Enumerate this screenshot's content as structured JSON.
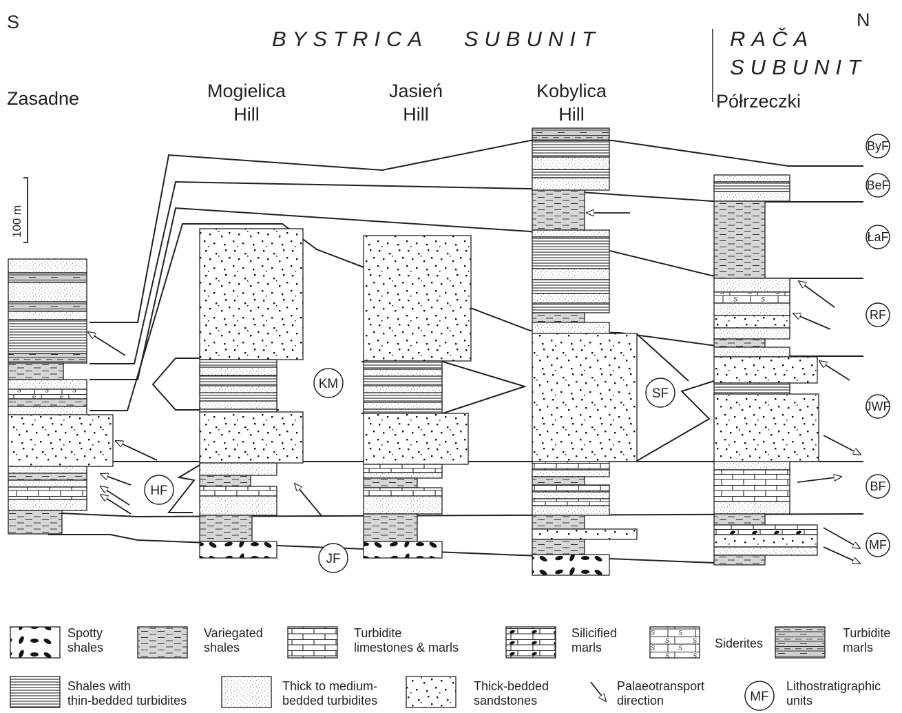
{
  "compass": {
    "south": "S",
    "north": "N"
  },
  "titles": {
    "bystrica": "BYSTRICA   SUBUNIT",
    "raca_line1": "RAČA",
    "raca_line2": "SUBUNIT"
  },
  "sections": {
    "zasadne": [
      "Zasadne"
    ],
    "mogielica": [
      "Mogielica",
      "Hill"
    ],
    "jasien": [
      "Jasień",
      "Hill"
    ],
    "kobylica": [
      "Kobylica",
      "Hill"
    ],
    "polrzeczki": [
      "Półrzeczki"
    ]
  },
  "scale": "100 m",
  "units_right": [
    "ByF",
    "BeF",
    "ŁaF",
    "RF",
    "JWF",
    "BF",
    "MF"
  ],
  "units_inner": [
    "KM",
    "SF",
    "HF",
    "JF"
  ],
  "legend": {
    "spotty": [
      "Spotty",
      "shales"
    ],
    "variegated": [
      "Variegated",
      "shales"
    ],
    "limestones": [
      "Turbidite",
      "limestones & marls"
    ],
    "silicified": [
      "Silicified",
      "marls"
    ],
    "siderites": [
      "Siderites"
    ],
    "turb_marls": [
      "Turbidite",
      "marls"
    ],
    "shales_thin": [
      "Shales with",
      "thin-bedded turbidites"
    ],
    "thick_medium": [
      "Thick to medium-",
      "bedded turbidites"
    ],
    "thick_sand": [
      "Thick-bedded",
      "sandstones"
    ],
    "palaeo": [
      "Palaeotransport",
      "direction"
    ],
    "litho": [
      "Lithostratigraphic",
      "units"
    ],
    "litho_symbol": "MF"
  }
}
